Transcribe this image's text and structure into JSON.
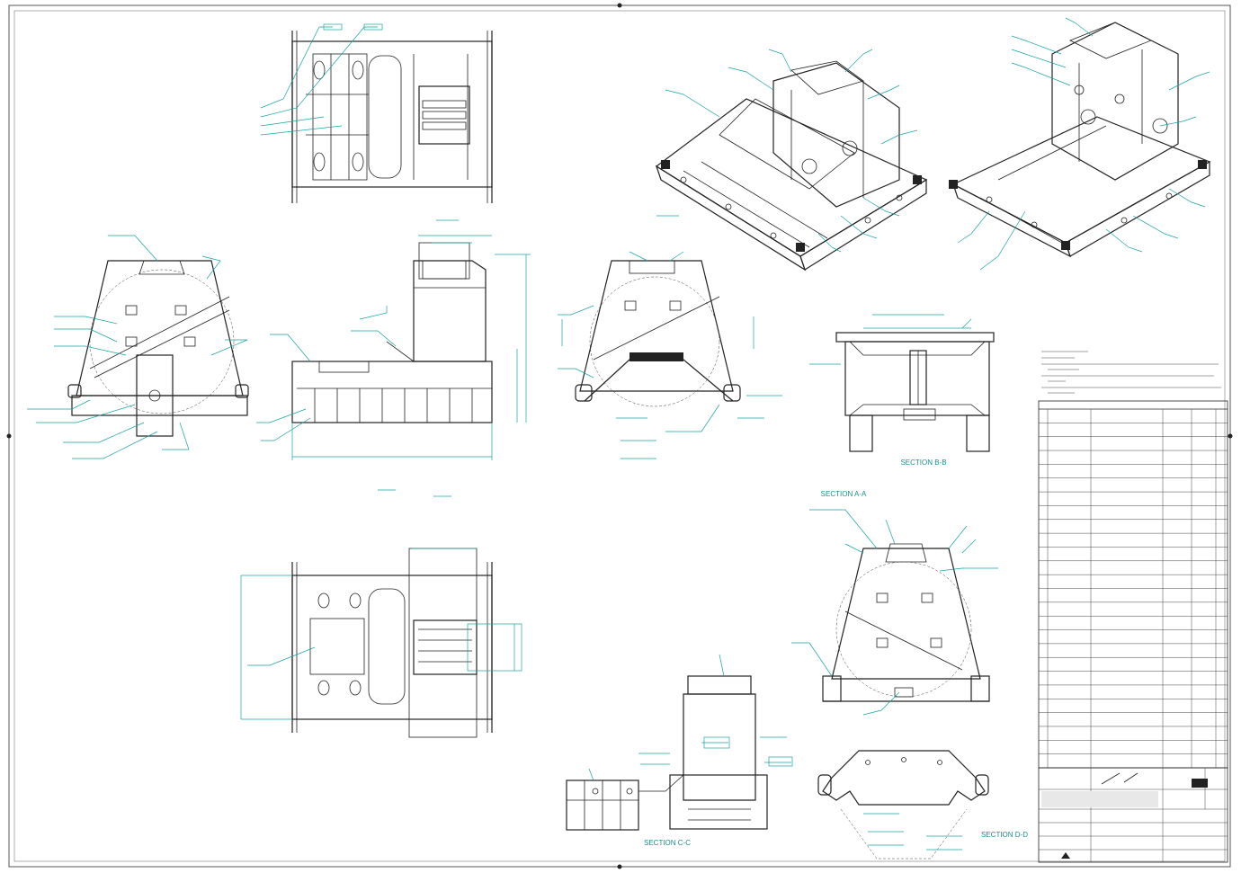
{
  "labels": {
    "section_bb": "SECTION B-B",
    "section_aa": "SECTION A-A",
    "section_cc": "SECTION C-C",
    "section_dd": "SECTION D-D"
  },
  "colors": {
    "ink": "#222222",
    "dimension": "#1aa3a3",
    "paper": "#ffffff"
  }
}
